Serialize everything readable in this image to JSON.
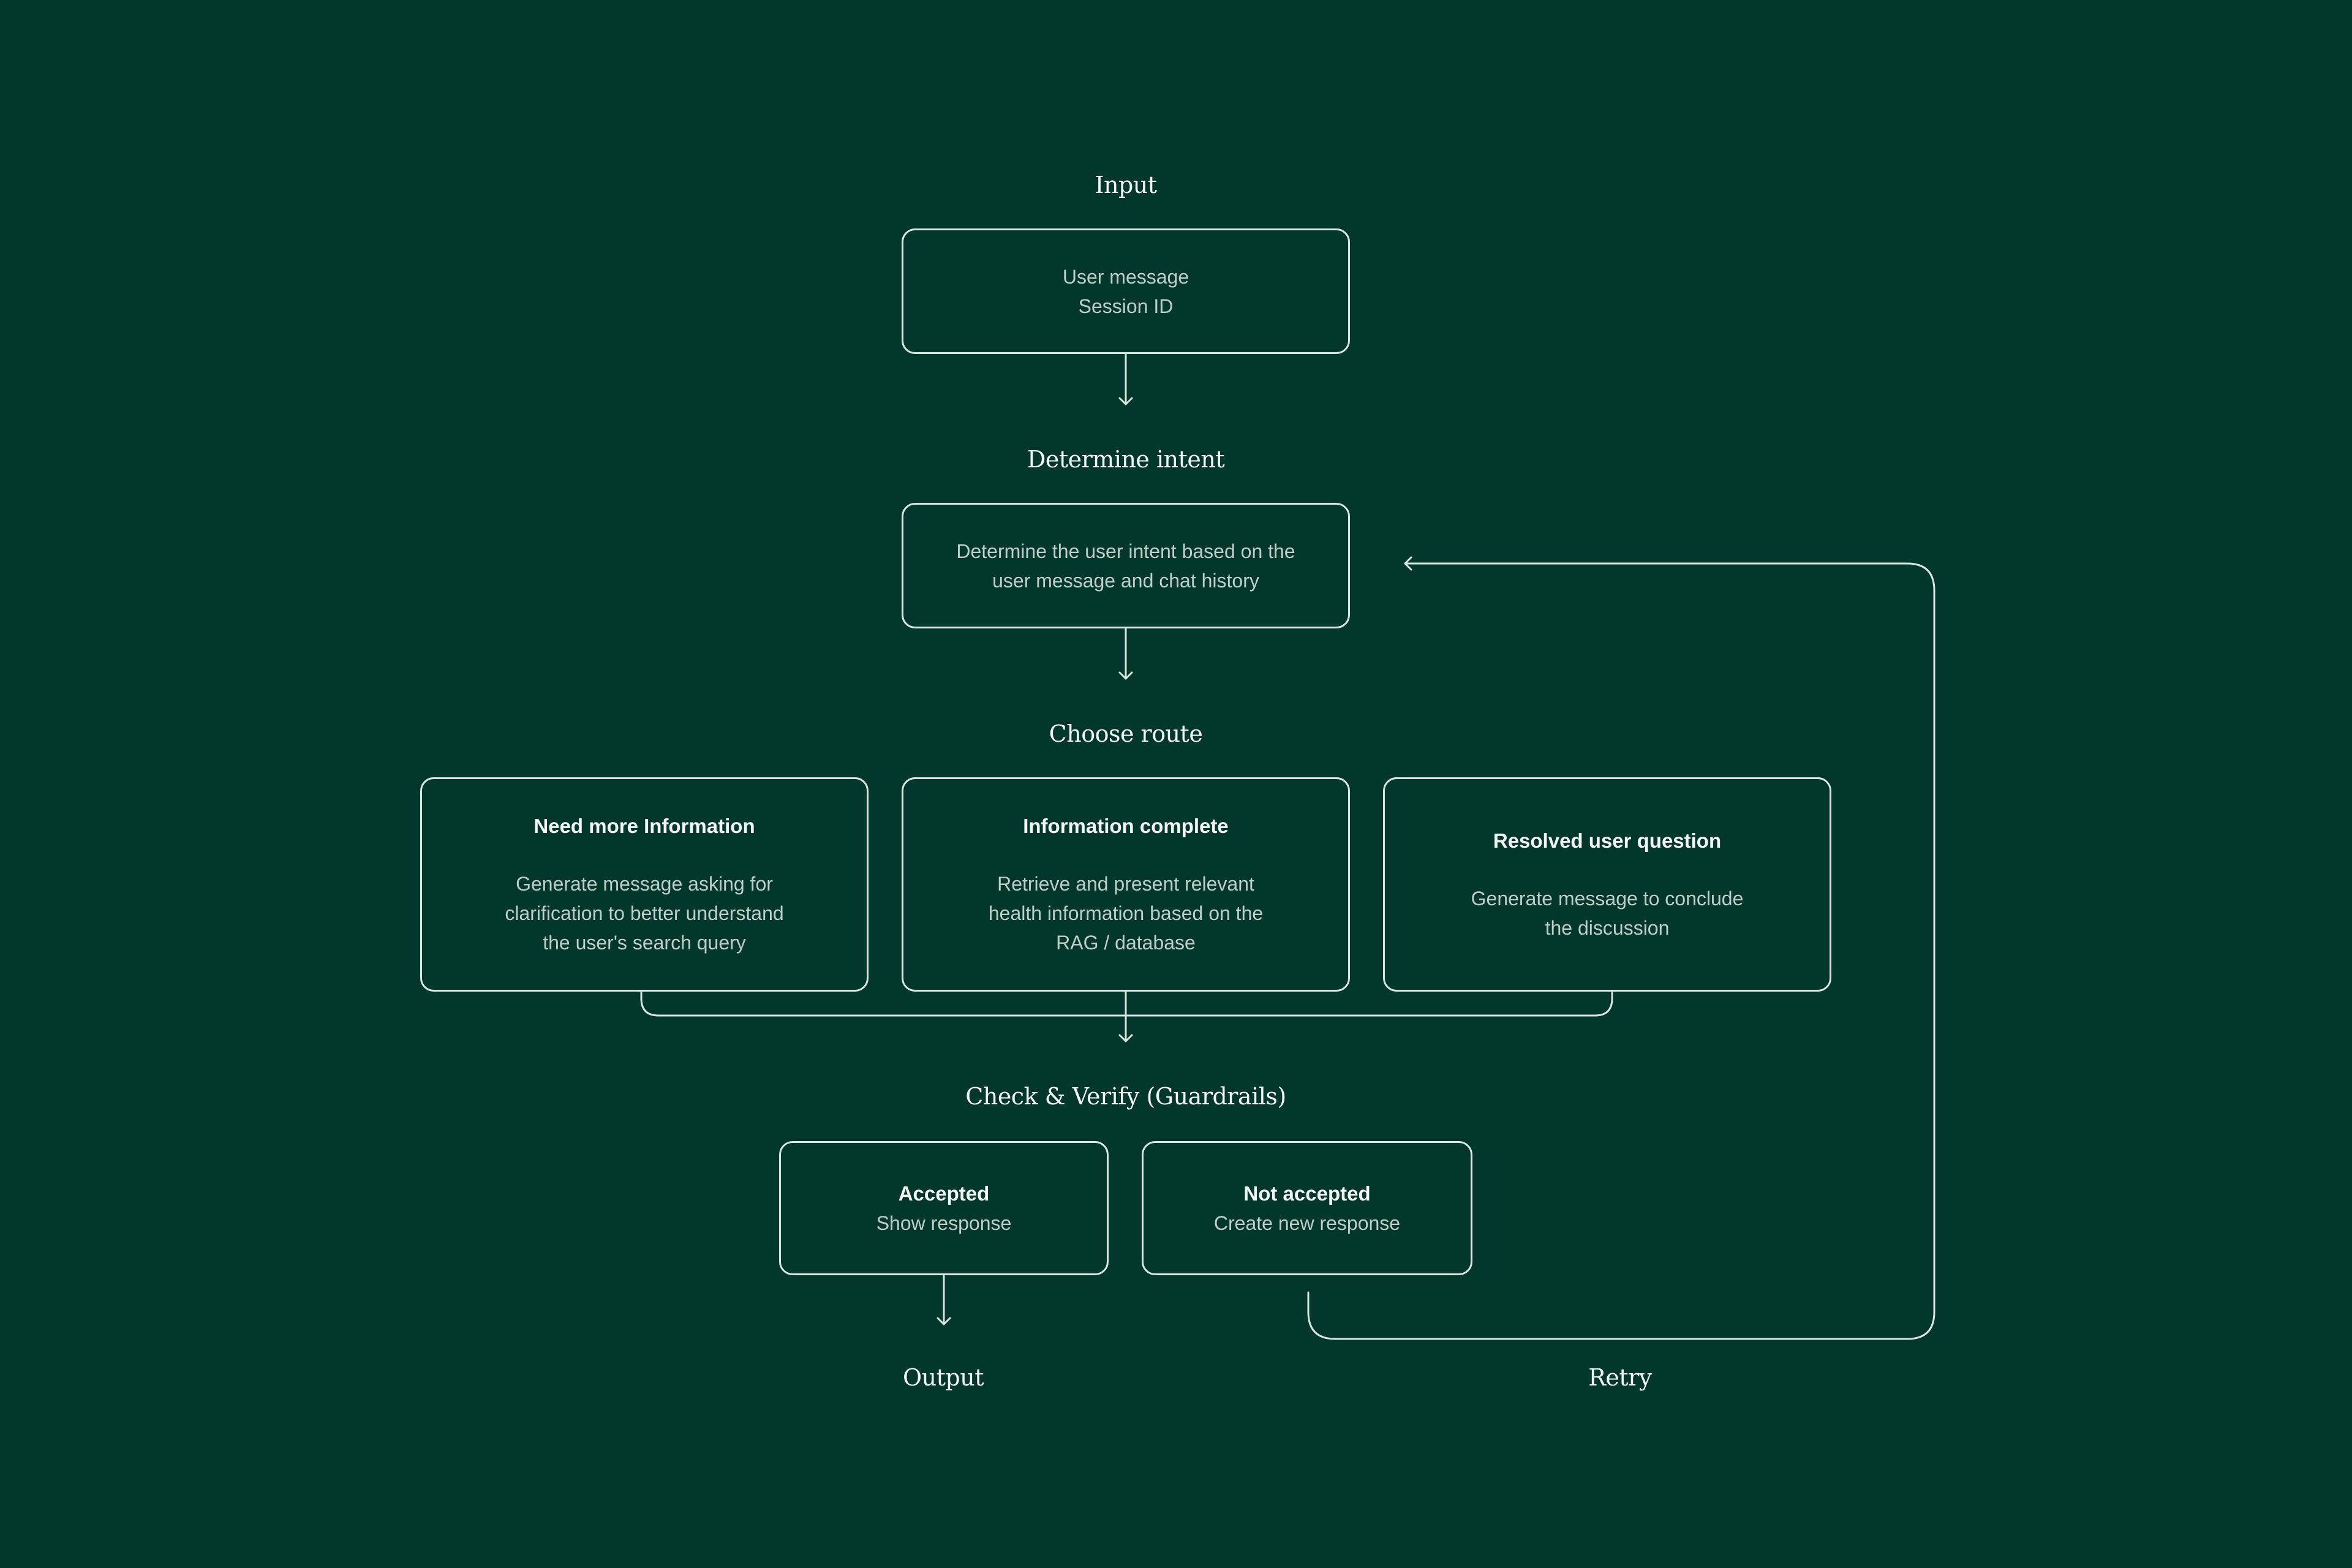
{
  "colors": {
    "background": "#02372c",
    "stroke": "#d9e6e0",
    "title_text": "#f4f7f5",
    "body_text": "#bfcec7"
  },
  "stages": {
    "input": "Input",
    "determine_intent": "Determine intent",
    "choose_route": "Choose route",
    "check_verify": "Check & Verify (Guardrails)",
    "output": "Output",
    "retry": "Retry"
  },
  "input_box": {
    "text": "User message\nSession ID"
  },
  "intent_box": {
    "text": "Determine the user intent based on the\nuser message and chat history"
  },
  "routes": [
    {
      "title": "Need more Information",
      "text": "Generate message asking for\nclarification to better understand\nthe user's search query"
    },
    {
      "title": "Information complete",
      "text": "Retrieve and present relevant\nhealth information based on the\nRAG / database"
    },
    {
      "title": "Resolved user question",
      "text": "Generate message to conclude\nthe discussion"
    }
  ],
  "checks": [
    {
      "title": "Accepted",
      "text": "Show response"
    },
    {
      "title": "Not accepted",
      "text": "Create new response"
    }
  ],
  "icons": {
    "arrow_down": "arrow-down-icon",
    "arrow_left": "arrow-left-icon"
  }
}
